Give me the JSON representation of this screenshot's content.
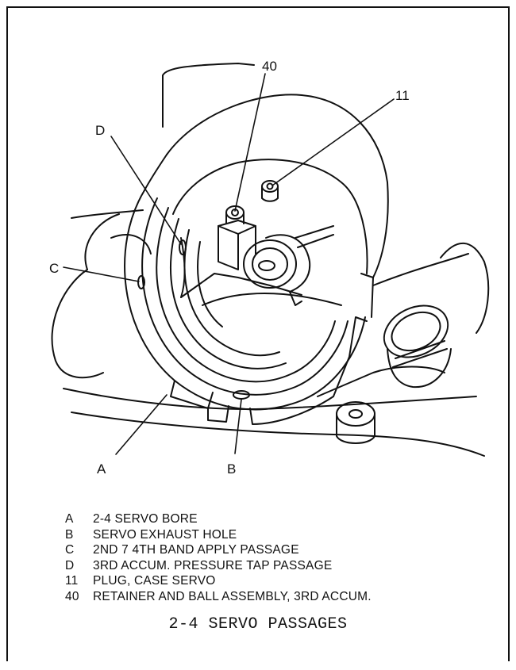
{
  "callouts": {
    "c40": "40",
    "c11": "11",
    "cD": "D",
    "cC": "C",
    "cA": "A",
    "cB": "B"
  },
  "legend": [
    {
      "key": "A",
      "text": "2-4 SERVO BORE"
    },
    {
      "key": "B",
      "text": "SERVO EXHAUST HOLE"
    },
    {
      "key": "C",
      "text": "2ND 7 4TH BAND APPLY PASSAGE"
    },
    {
      "key": "D",
      "text": "3RD ACCUM. PRESSURE TAP PASSAGE"
    },
    {
      "key": "11",
      "text": "PLUG, CASE SERVO"
    },
    {
      "key": "40",
      "text": "RETAINER AND BALL ASSEMBLY, 3RD ACCUM."
    }
  ],
  "caption": "2-4 SERVO PASSAGES"
}
